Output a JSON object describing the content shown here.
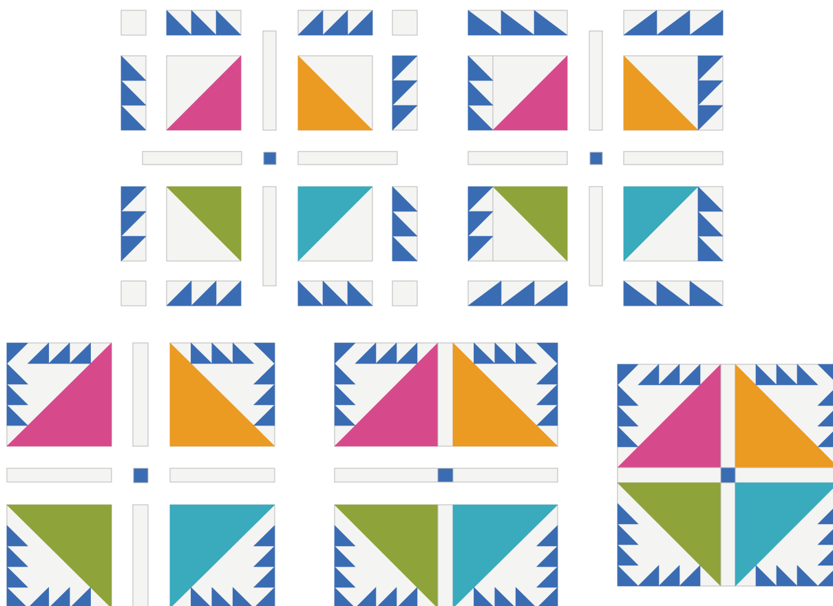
{
  "title": "",
  "stages": [
    {
      "id": "stage-1-separate-pieces"
    },
    {
      "id": "stage-2-framed-blocks"
    },
    {
      "id": "stage-3-joined-rows"
    },
    {
      "id": "stage-4-finished-block"
    }
  ],
  "colors": {
    "background": "#ffffff",
    "cream": "#f4f4f2",
    "outline": "#b7b7b7",
    "blue": "#3a6cb3",
    "pink": "#d64a8c",
    "orange": "#eb9a22",
    "green": "#8ea33a",
    "teal": "#3aaabd"
  },
  "center_triangles": [
    {
      "name": "top-left",
      "color": "pink"
    },
    {
      "name": "top-right",
      "color": "orange"
    },
    {
      "name": "bottom-left",
      "color": "green"
    },
    {
      "name": "bottom-right",
      "color": "teal"
    }
  ]
}
